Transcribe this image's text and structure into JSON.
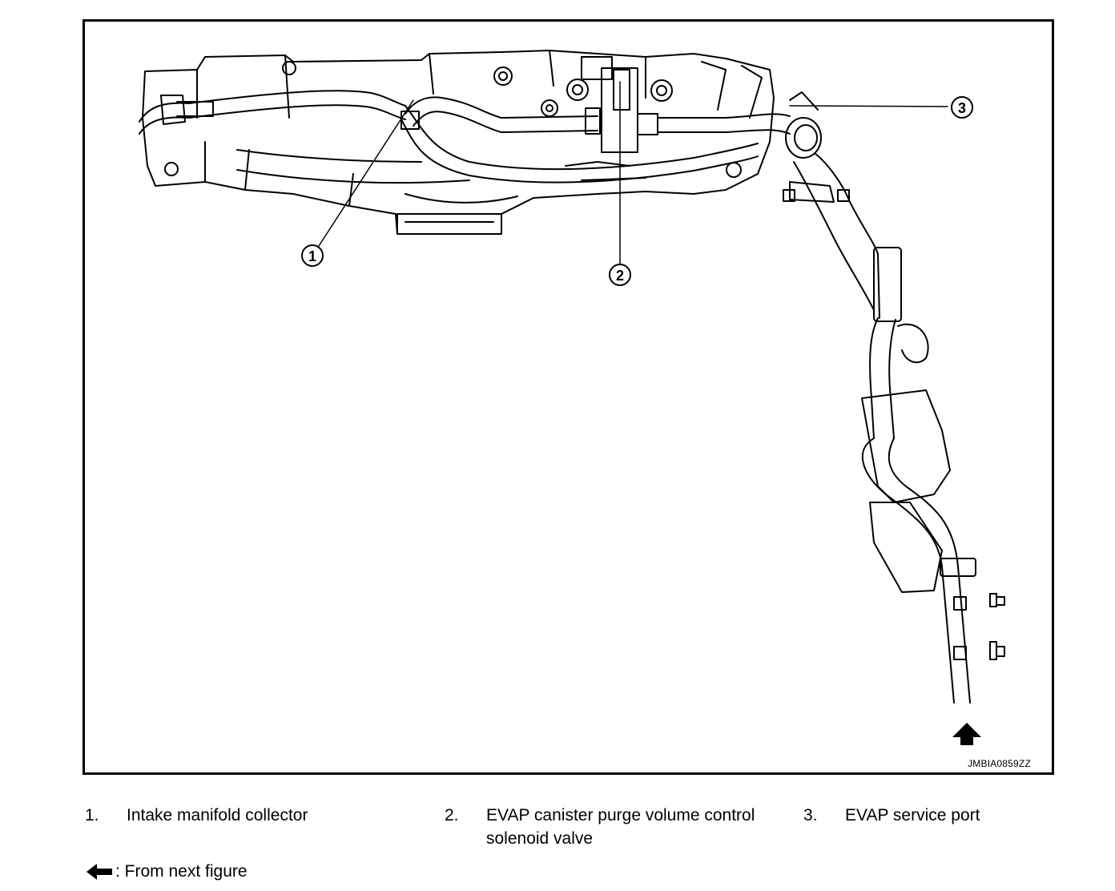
{
  "figure": {
    "id_label": "JMBIA0859ZZ",
    "callouts": [
      "1",
      "2",
      "3"
    ]
  },
  "legend": [
    {
      "number": "1.",
      "text": "Intake manifold collector"
    },
    {
      "number": "2.",
      "text": "EVAP canister purge volume control solenoid valve"
    },
    {
      "number": "3.",
      "text": "EVAP service port"
    }
  ],
  "note": {
    "icon": "arrow-left-icon",
    "text": ": From next figure"
  }
}
